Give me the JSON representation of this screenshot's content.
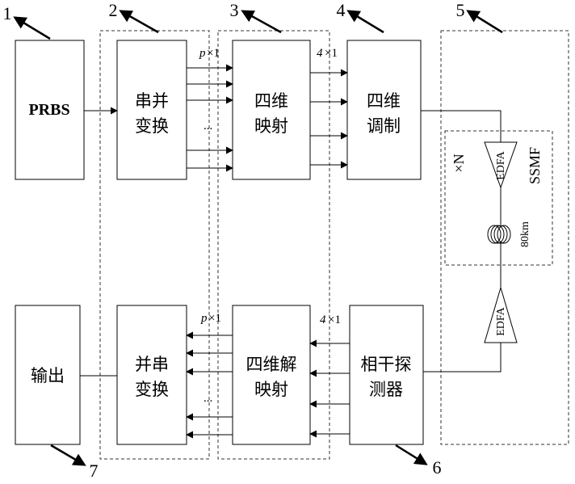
{
  "tags": {
    "t1": "1",
    "t2": "2",
    "t3": "3",
    "t4": "4",
    "t5": "5",
    "t6": "6",
    "t7": "7"
  },
  "blocks": {
    "prbs": "PRBS",
    "sp_line1": "串并",
    "sp_line2": "变换",
    "map_line1": "四维",
    "map_line2": "映射",
    "mod_line1": "四维",
    "mod_line2": "调制",
    "output": "输出",
    "ps_line1": "并串",
    "ps_line2": "变换",
    "demap_line1": "四维解",
    "demap_line2": "映射",
    "det_line1": "相干探",
    "det_line2": "测器"
  },
  "labels": {
    "p_top_p": "p",
    "p_top_rest": "×1",
    "four_top_4": "4",
    "four_top_rest": "×1",
    "p_bot_p": "p",
    "p_bot_rest": "×1",
    "four_bot_4": "4",
    "four_bot_rest": "×1",
    "dots_top": "...",
    "dots_bot": "...",
    "times_n": "×N",
    "ssmf": "SSMF",
    "km": "80km",
    "edfa1": "EDFA",
    "edfa2": "EDFA"
  }
}
